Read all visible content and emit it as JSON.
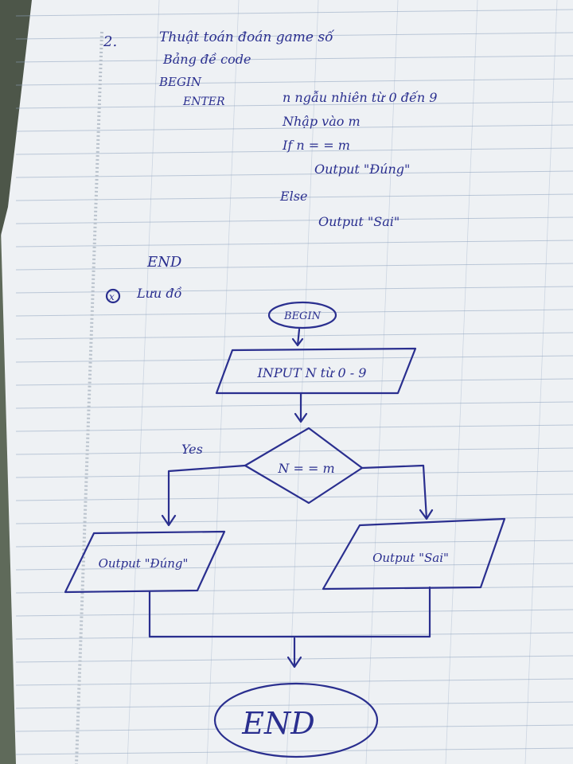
{
  "notes": {
    "item_number": "2.",
    "heading": "Thuật toán đoán game số",
    "pseudocode_label": "Bảng đề code",
    "lines": [
      "BEGIN",
      "ENTER",
      "n ngẫu nhiên từ 0 đến 9",
      "Nhập vào m",
      "If n = = m",
      "Output \"Đúng\"",
      "Else",
      "Output \"Sai\"",
      "END"
    ],
    "flowchart_label": "Lưu đồ",
    "bullet_mark": "x"
  },
  "flowchart": {
    "begin": "BEGIN",
    "input": "INPUT N từ 0 - 9",
    "decision": "N = = m",
    "yes_label": "Yes",
    "output_left": "Output \"Đúng\"",
    "output_right": "Output \"Sai\"",
    "end": "END"
  },
  "colors": {
    "ink": "#2a2f8f",
    "paper": "#eef1f4",
    "rule": "#8fa3bf"
  }
}
